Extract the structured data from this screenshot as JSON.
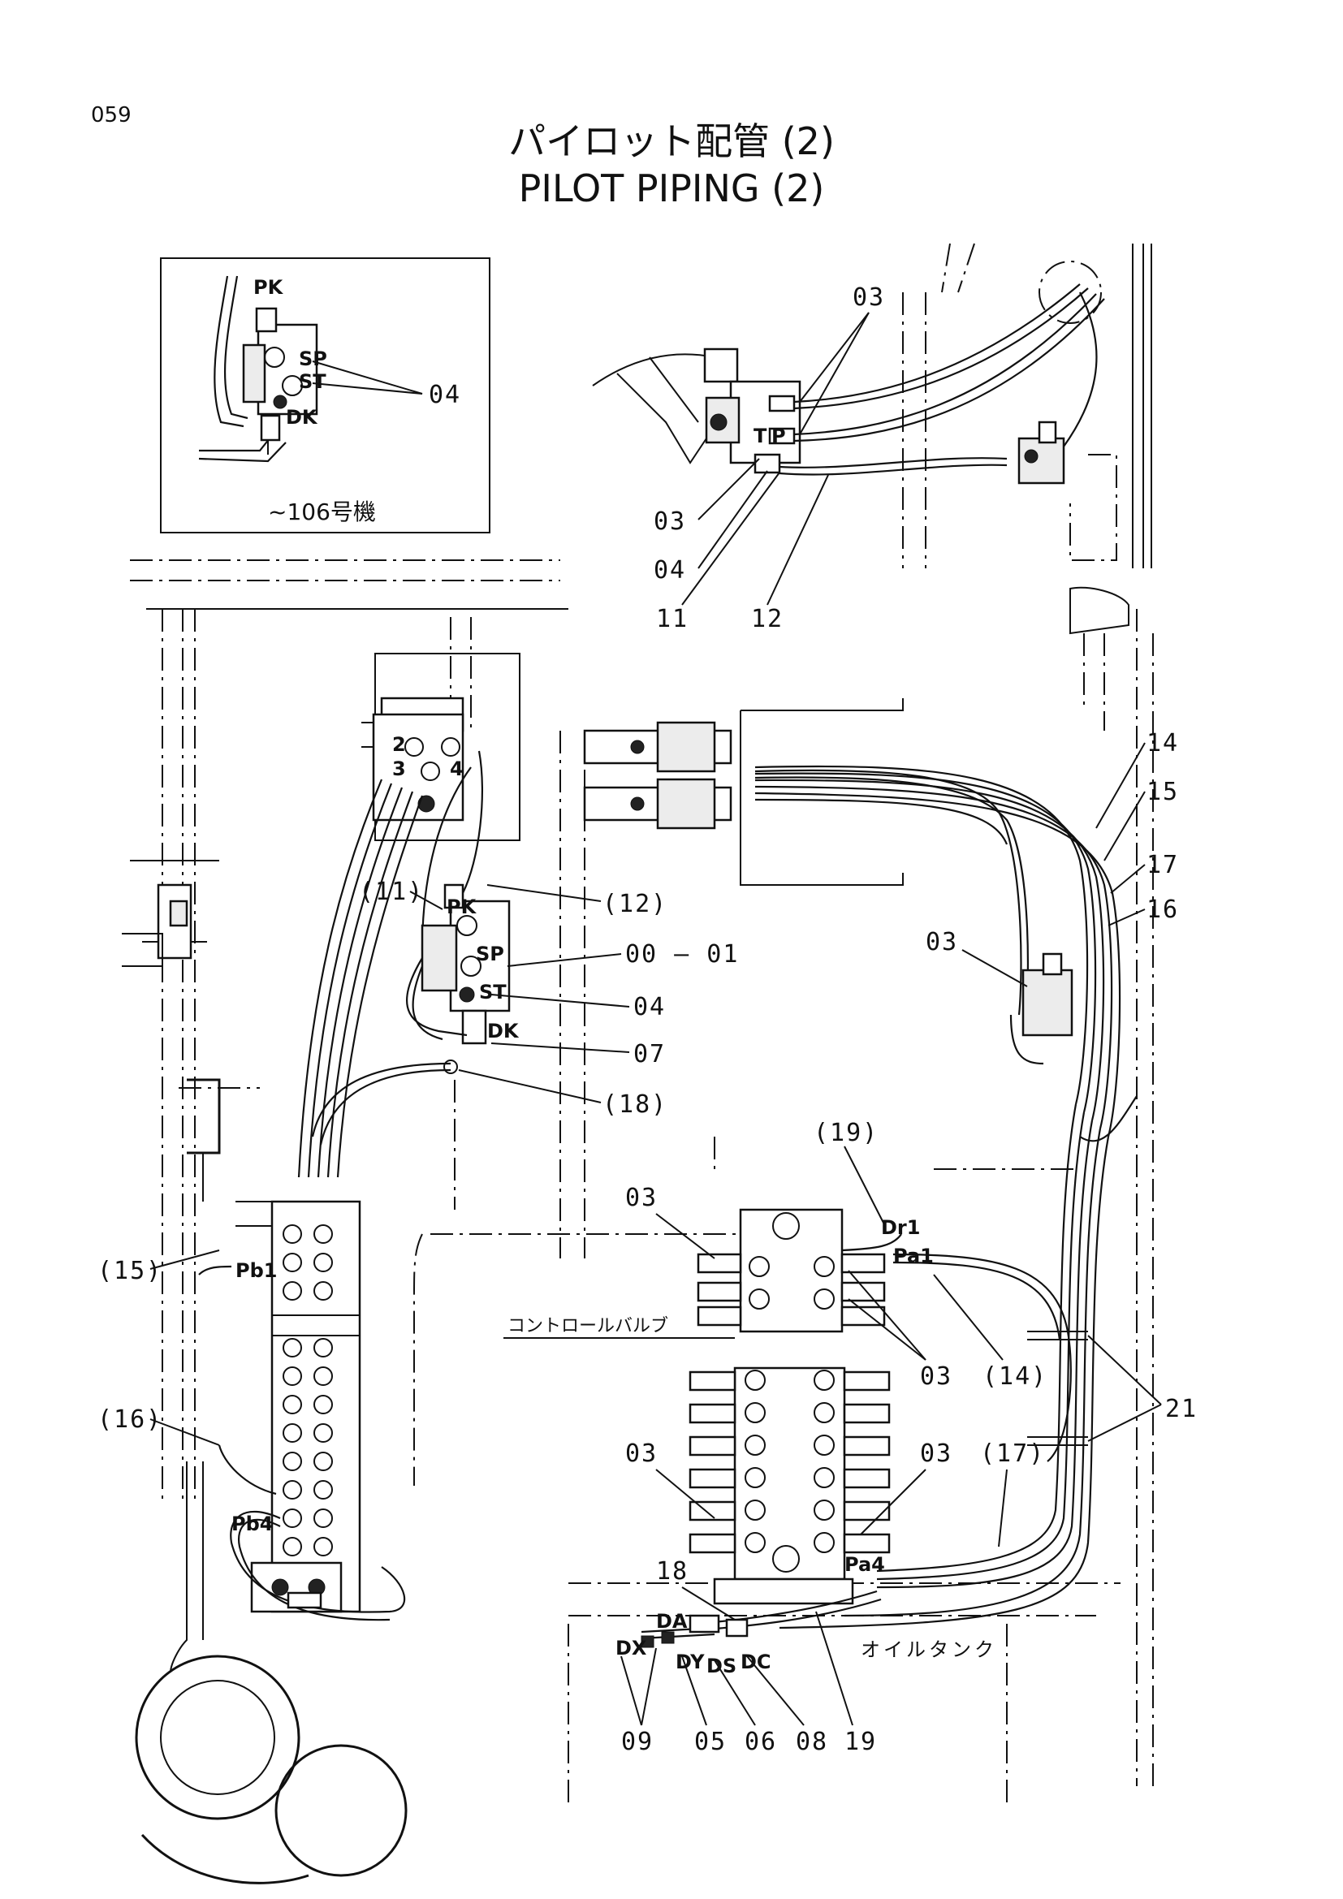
{
  "page_number": "059",
  "title_jp": "パイロット配管 (2)",
  "title_en": "PILOT PIPING (2)",
  "inset": {
    "caption": "~106号機",
    "port_labels": [
      "PK",
      "SP",
      "ST",
      "DK"
    ],
    "callouts": [
      "04"
    ]
  },
  "upper_right": {
    "port_labels": [
      "T",
      "P"
    ],
    "callouts": [
      "03",
      "03",
      "04",
      "11",
      "12"
    ]
  },
  "main_left": {
    "port_labels": [
      "2",
      "3",
      "4",
      "PK",
      "SP",
      "ST",
      "DK",
      "Pb1",
      "Pb4"
    ],
    "callouts": [
      "(11)",
      "(12)",
      "00 — 01",
      "04",
      "07",
      "(18)",
      "(15)",
      "(16)"
    ]
  },
  "main_right": {
    "port_labels": [
      "Dr1",
      "Pa1",
      "Pa4",
      "DA",
      "DX",
      "DY",
      "DS",
      "DC"
    ],
    "callouts": [
      "14",
      "15",
      "17",
      "16",
      "03",
      "(19)",
      "03",
      "03",
      "(14)",
      "21",
      "03",
      "03",
      "(17)",
      "18",
      "09",
      "05",
      "06",
      "08",
      "19"
    ],
    "control_valve": "コントロールバルブ",
    "oil_tank": "オイルタンク"
  }
}
